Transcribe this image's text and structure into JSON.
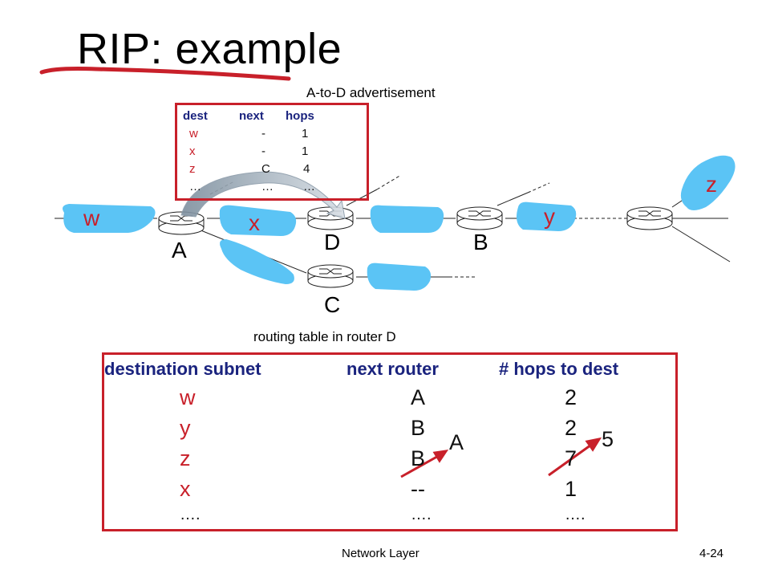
{
  "title": "RIP: example",
  "adv_caption": "A-to-D advertisement",
  "advertisement": {
    "headers": [
      "dest",
      "next",
      "hops"
    ],
    "rows": [
      {
        "dest": "w",
        "next": "-",
        "hops": "1"
      },
      {
        "dest": "x",
        "next": "-",
        "hops": "1"
      },
      {
        "dest": "z",
        "next": "C",
        "hops": "4"
      },
      {
        "dest": "…",
        "next": "…",
        "hops": "…"
      }
    ]
  },
  "routers": [
    "A",
    "D",
    "B",
    "C"
  ],
  "subnets": [
    "w",
    "x",
    "y",
    "z"
  ],
  "table_caption": "routing table in router D",
  "routing_table": {
    "headers": [
      "destination subnet",
      "next router",
      "# hops to dest"
    ],
    "rows": [
      {
        "dest": "w",
        "next": "A",
        "hops": "2"
      },
      {
        "dest": "y",
        "next": "B",
        "hops": "2"
      },
      {
        "dest": "z",
        "next": "B",
        "hops": "7"
      },
      {
        "dest": "x",
        "next": "--",
        "hops": "1"
      },
      {
        "dest": "….",
        "next": "….",
        "hops": "…."
      }
    ],
    "update": {
      "next": "A",
      "hops": "5"
    }
  },
  "footer": {
    "left": "Network Layer",
    "right": "4-24"
  },
  "colors": {
    "accent": "#c8202a",
    "header_blue": "#1a237e",
    "subnet_blue": "#5bc4f5"
  }
}
